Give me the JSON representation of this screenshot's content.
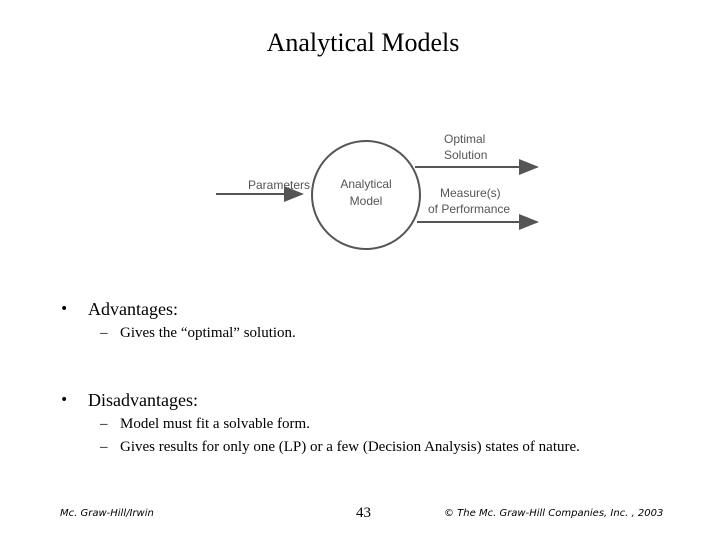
{
  "slide": {
    "title": "Analytical Models"
  },
  "diagram": {
    "input_label": "Parameters",
    "model_label_line1": "Analytical",
    "model_label_line2": "Model",
    "output1_line1": "Optimal",
    "output1_line2": "Solution",
    "output2_line1": "Measure(s)",
    "output2_line2": "of Performance"
  },
  "bullets": [
    {
      "heading": "Advantages:",
      "subitems": [
        "Gives the “optimal” solution."
      ]
    },
    {
      "heading": "Disadvantages:",
      "subitems": [
        "Model must fit a solvable form.",
        "Gives results for only one (LP) or a few (Decision Analysis) states of nature."
      ]
    }
  ],
  "glyphs": {
    "bullet": "•",
    "dash": "–"
  },
  "footer": {
    "left": "Mc. Graw-Hill/Irwin",
    "page_number": "43",
    "right": "© The Mc. Graw-Hill Companies, Inc. , 2003"
  }
}
